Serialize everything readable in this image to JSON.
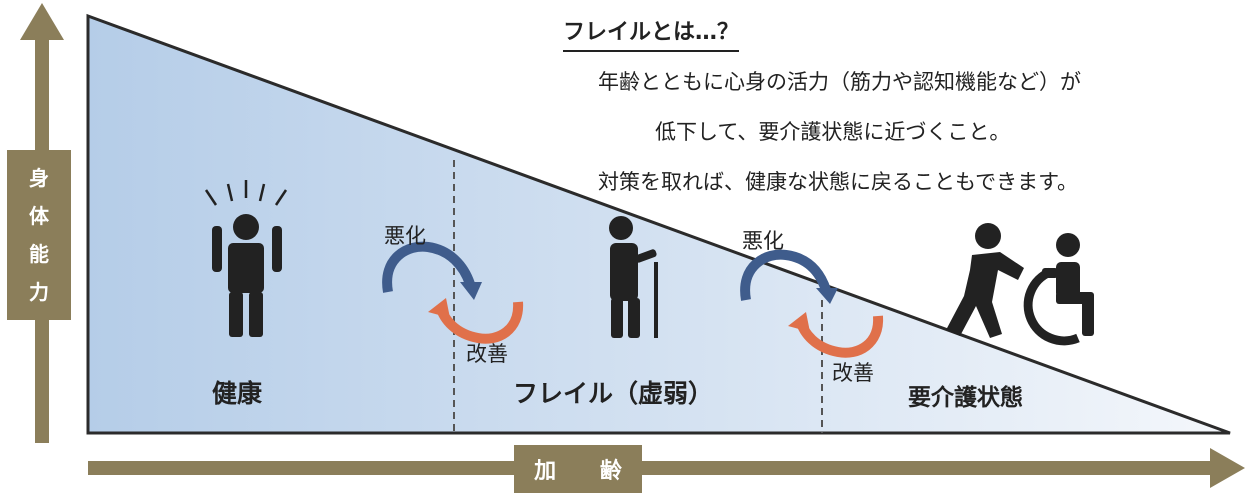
{
  "definition": {
    "title": "フレイルとは…？",
    "line1": "年齢とともに心身の活力（筋力や認知機能など）が",
    "line2": "低下して、要介護状態に近づくこと。",
    "line3": "対策を取れば、健康な状態に戻ることもできます。"
  },
  "y_axis": {
    "chars": [
      "身",
      "体",
      "能",
      "力"
    ]
  },
  "x_axis": {
    "label": "加 齢"
  },
  "stages": {
    "healthy": "健康",
    "frail": "フレイル（虚弱）",
    "care": "要介護状態"
  },
  "cycles": [
    {
      "worsen": "悪化",
      "improve": "改善"
    },
    {
      "worsen": "悪化",
      "improve": "改善"
    }
  ],
  "colors": {
    "axis": "#8b7e5a",
    "triangle_left": "#b9d0ea",
    "triangle_right": "#f2f5fa",
    "worsen_arrow": "#3f5c8c",
    "improve_arrow": "#e0704a",
    "figure": "#222222"
  }
}
